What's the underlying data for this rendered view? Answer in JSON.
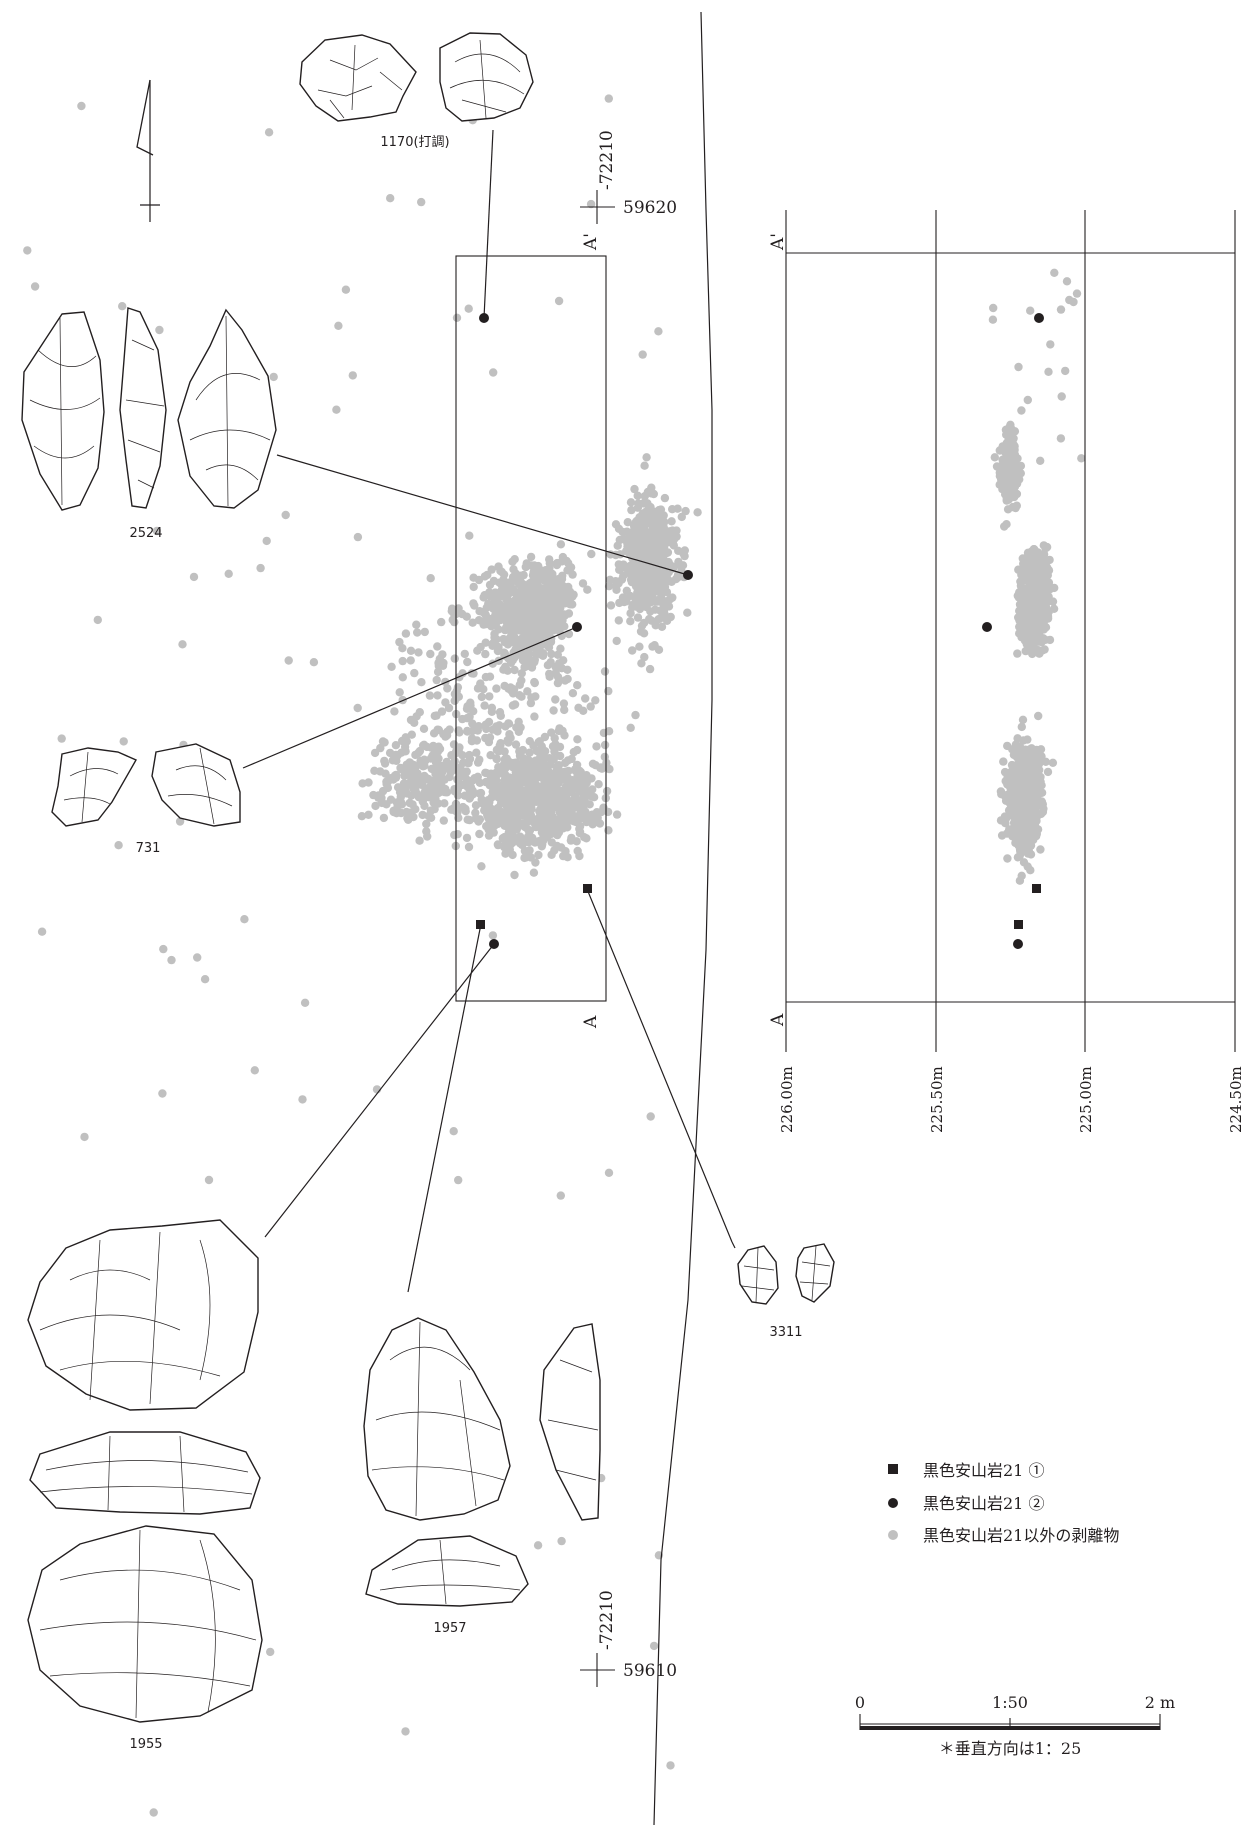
{
  "plan": {
    "grid_points": [
      {
        "north": "-72210",
        "east": "59620"
      },
      {
        "north": "-72210",
        "east": "59610"
      }
    ],
    "section_ends": {
      "start": "A",
      "end": "A'"
    }
  },
  "artifacts": [
    {
      "id": "1170(打調)",
      "marker": "circle"
    },
    {
      "id": "2524",
      "marker": "circle"
    },
    {
      "id": "731",
      "marker": "circle"
    },
    {
      "id": "1955",
      "marker": "circle"
    },
    {
      "id": "1957",
      "marker": "square"
    },
    {
      "id": "3311",
      "marker": "square"
    }
  ],
  "section": {
    "ends": {
      "start": "A",
      "end": "A'"
    },
    "elevations": [
      "226.00m",
      "225.50m",
      "225.00m",
      "224.50m"
    ]
  },
  "legend": [
    {
      "symbol": "square",
      "color": "#231f20",
      "label": "黒色安山岩21 ①"
    },
    {
      "symbol": "circle",
      "color": "#231f20",
      "label": "黒色安山岩21 ②"
    },
    {
      "symbol": "circle",
      "color": "#c0c0c0",
      "label": "黒色安山岩21以外の剥離物"
    }
  ],
  "scale": {
    "start": "0",
    "ratio": "1:50",
    "end": "2 m",
    "note": "＊垂直方向は1：25"
  },
  "colors": {
    "ink": "#231f20",
    "flake": "#c0c0c0"
  },
  "icons": [
    "north-arrow-icon"
  ]
}
